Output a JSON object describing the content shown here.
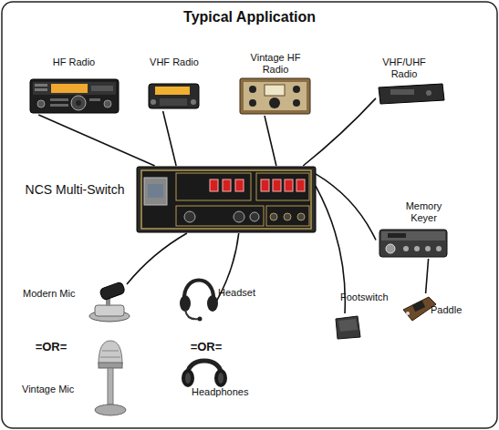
{
  "diagram": {
    "title": "Typical Application",
    "nodes": [
      {
        "text": [
          "HF Radio"
        ]
      },
      {
        "text": [
          "VHF Radio"
        ]
      },
      {
        "text": [
          "Vintage HF Radio"
        ]
      },
      {
        "text": [
          "VHF/UHF Radio"
        ]
      },
      {
        "text": [
          "NCS Multi-Switch"
        ]
      },
      {
        "text": [
          "Memory Keyer"
        ]
      },
      {
        "text": [
          "Modern Mic"
        ]
      },
      {
        "text": [
          "Headset"
        ]
      },
      {
        "text": [
          "Paddle"
        ]
      },
      {
        "text": [
          "Footswitch"
        ]
      },
      {
        "text": [
          "Vintage Mic"
        ]
      },
      {
        "text": [
          "Headphones"
        ]
      }
    ],
    "edges": [
      {
        "from": 4,
        "to": 0,
        "arrow": "none"
      },
      {
        "from": 4,
        "to": 1,
        "arrow": "none"
      },
      {
        "from": 4,
        "to": 2,
        "arrow": "none"
      },
      {
        "from": 4,
        "to": 3,
        "arrow": "none"
      },
      {
        "from": 4,
        "to": 5,
        "arrow": "none"
      },
      {
        "from": 4,
        "to": 9,
        "arrow": "none"
      },
      {
        "from": 4,
        "to": 6,
        "arrow": "none"
      },
      {
        "from": 4,
        "to": 7,
        "arrow": "none"
      },
      {
        "from": 5,
        "to": 8,
        "arrow": "none"
      }
    ],
    "labels": [
      "=OR=",
      "=OR="
    ]
  }
}
